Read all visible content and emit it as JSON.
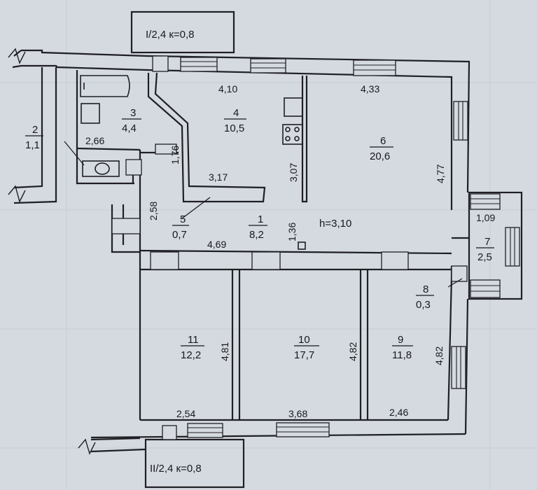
{
  "balcony_top": "I/2,4 к=0,8",
  "balcony_bottom": "II/2,4 к=0,8",
  "ceiling_height": "h=3,10",
  "rooms": [
    {
      "number": "1",
      "area": "8,2"
    },
    {
      "number": "2",
      "area": "1,1"
    },
    {
      "number": "3",
      "area": "4,4"
    },
    {
      "number": "4",
      "area": "10,5"
    },
    {
      "number": "5",
      "area": "0,7"
    },
    {
      "number": "6",
      "area": "20,6"
    },
    {
      "number": "7",
      "area": "2,5"
    },
    {
      "number": "8",
      "area": "0,3"
    },
    {
      "number": "9",
      "area": "11,8"
    },
    {
      "number": "10",
      "area": "17,7"
    },
    {
      "number": "11",
      "area": "12,2"
    }
  ],
  "dimensions": {
    "d_410": "4,10",
    "d_433": "4,33",
    "d_266": "2,66",
    "d_176": "1,76",
    "d_317": "3,17",
    "d_307": "3,07",
    "d_477": "4,77",
    "d_258": "2,58",
    "d_469": "4,69",
    "d_136": "1,36",
    "d_109": "1,09",
    "d_481": "4,81",
    "d_482a": "4,82",
    "d_482b": "4,82",
    "d_254": "2,54",
    "d_368": "3,68",
    "d_246": "2,46"
  }
}
